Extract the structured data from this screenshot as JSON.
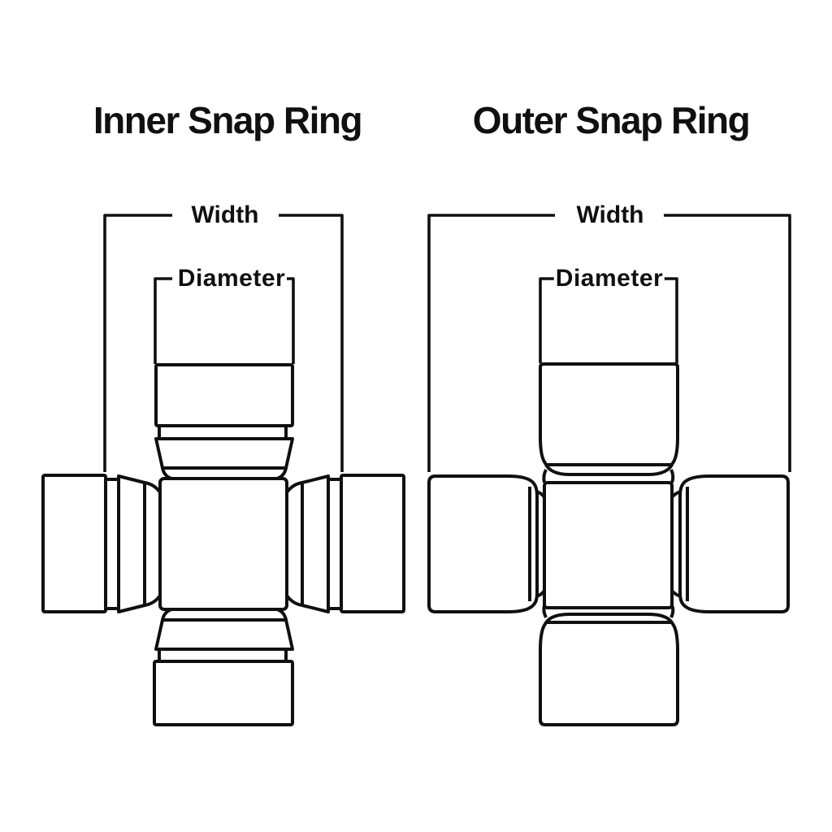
{
  "colors": {
    "background": "#ffffff",
    "line": "#101010",
    "text": "#101010"
  },
  "diagrams": [
    {
      "id": "inner-snap-ring",
      "title": "Inner Snap Ring",
      "labels": {
        "width": "Width",
        "diameter": "Diameter"
      },
      "drawing": "u-joint cross, side view, snap ring grooves inside bearing caps; width measured between snap rings"
    },
    {
      "id": "outer-snap-ring",
      "title": "Outer Snap Ring",
      "labels": {
        "width": "Width",
        "diameter": "Diameter"
      },
      "drawing": "u-joint cross, side view, plain bearing caps; width measured across outer cap faces"
    }
  ]
}
